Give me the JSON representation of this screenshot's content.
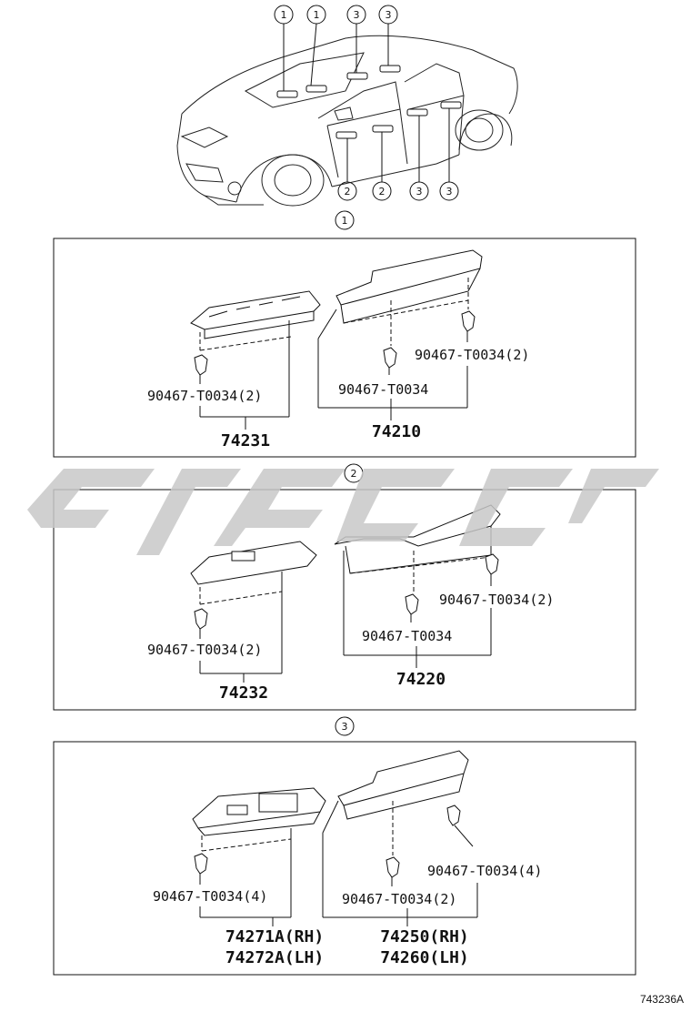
{
  "callouts": {
    "car_top": [
      "1",
      "1",
      "3",
      "3"
    ],
    "car_bottom": [
      "2",
      "2",
      "3",
      "3"
    ]
  },
  "sections": [
    {
      "marker": "1",
      "clip_left": "90467-T0034(2)",
      "clip_middle": "90467-T0034",
      "clip_right": "90467-T0034(2)",
      "part_left": [
        "74231"
      ],
      "part_right": [
        "74210"
      ]
    },
    {
      "marker": "2",
      "clip_left": "90467-T0034(2)",
      "clip_middle": "90467-T0034",
      "clip_right": "90467-T0034(2)",
      "part_left": [
        "74232"
      ],
      "part_right": [
        "74220"
      ]
    },
    {
      "marker": "3",
      "clip_left": "90467-T0034(4)",
      "clip_middle": "90467-T0034(2)",
      "clip_right": "90467-T0034(4)",
      "part_left": [
        "74271A(RH)",
        "74272A(LH)"
      ],
      "part_right": [
        "74250(RH)",
        "74260(LH)"
      ]
    }
  ],
  "reference_code": "743236A"
}
